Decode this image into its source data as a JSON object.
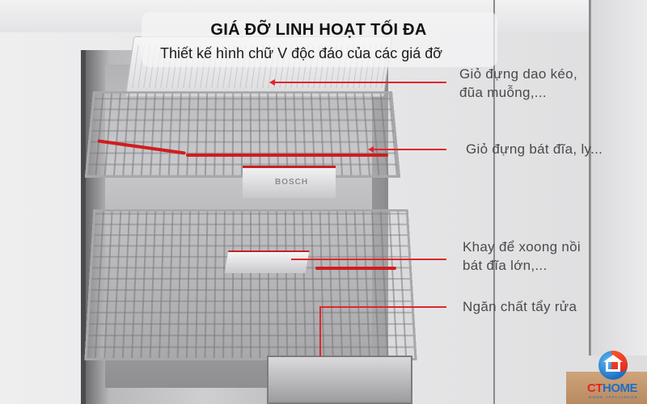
{
  "header": {
    "title": "GIÁ ĐỠ LINH HOẠT TỐI ĐA",
    "subtitle": "Thiết kế hình chữ V độc đáo của các giá đỡ"
  },
  "annotations": [
    {
      "id": "cutlery-tray",
      "lines": [
        "Giỏ đựng dao kéo,",
        "đũa muỗng,..."
      ]
    },
    {
      "id": "upper-rack",
      "lines": [
        "Giỏ đựng bát đĩa, ly..."
      ]
    },
    {
      "id": "pan-tray",
      "lines": [
        "Khay để xoong nồi",
        "bát đĩa lớn,..."
      ]
    },
    {
      "id": "detergent",
      "lines": [
        "Ngăn chất tẩy rửa"
      ]
    }
  ],
  "product": {
    "brand_mark": "BOSCH"
  },
  "logo": {
    "name_part1": "CT",
    "name_part2": "HOME",
    "tagline": "HOME APPLIANCES"
  },
  "colors": {
    "accent_red": "#e0262a",
    "label_gray": "#4a4a4c",
    "logo_blue": "#1d6fc4",
    "logo_red": "#e3261f"
  }
}
